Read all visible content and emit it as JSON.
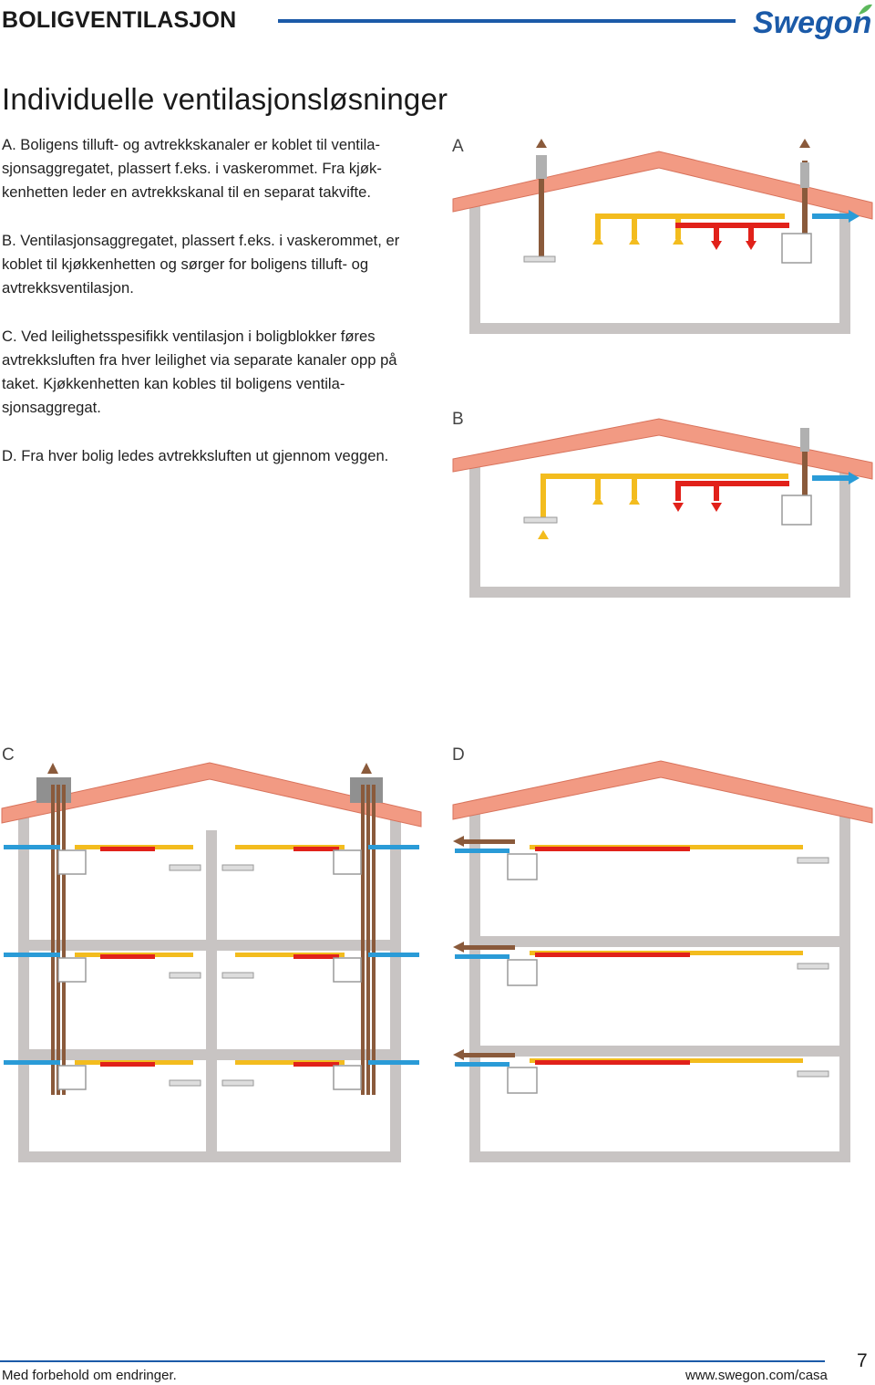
{
  "header": {
    "section_title": "BOLIGVENTILASJON",
    "brand": "Swegon",
    "brand_color": "#1b5aa8"
  },
  "main": {
    "title": "Individuelle ventilasjonsløsninger",
    "paragraphs": [
      "A. Boligens tilluft- og avtrekkskanaler er koblet til ventila­sjonsaggregatet, plassert f.eks. i vaskerommet. Fra kjøk­kenhetten leder en avtrekkskanal til en separat takvifte.",
      "B. Ventilasjonsaggregatet, plassert f.eks. i vaskerommet, er koblet til kjøkkenhetten og sørger for boligens tilluft- og avtrekksventilasjon.",
      "C. Ved leilighetsspesifikk ventilasjon i boligblokker føres avtrekksluften fra hver leilighet via separate kanaler opp på taket. Kjøkkenhetten kan kobles til boligens ventila­sjonsaggregat.",
      "D. Fra hver bolig ledes avtrekksluften ut gjennom veggen."
    ]
  },
  "diagrams": {
    "labels": [
      "A",
      "B",
      "C",
      "D"
    ],
    "colors": {
      "roof": "#f29a83",
      "roof_edge": "#d8735c",
      "wall": "#c8c4c3",
      "supply": "#f3bc1e",
      "extract": "#e1211a",
      "outdoor": "#2a9bd7",
      "exhaust": "#8a5a3b",
      "unit": "#ffffff",
      "unit_border": "#9a9a9a"
    }
  },
  "footer": {
    "disclaimer": "Med forbehold om endringer.",
    "website": "www.swegon.com/casa",
    "page_number": "7"
  }
}
